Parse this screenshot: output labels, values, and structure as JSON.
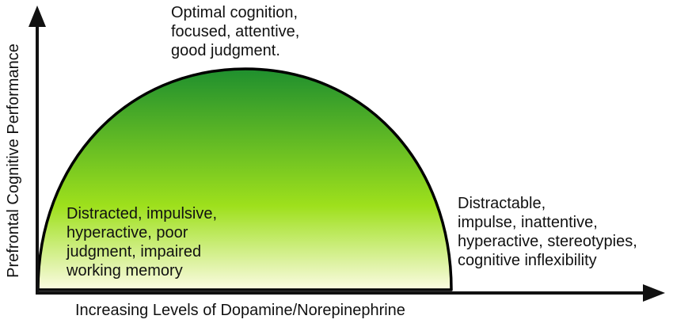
{
  "diagram": {
    "y_axis_label": "Prefrontal Cognitive Performance",
    "x_axis_label": "Increasing Levels of Dopamine/Norepinephrine",
    "top_label": [
      "Optimal cognition,",
      "focused, attentive,",
      "good judgment."
    ],
    "left_label": [
      "Distracted, impulsive,",
      "hyperactive, poor",
      "judgment, impaired",
      "working memory"
    ],
    "right_label": [
      "Distractable,",
      "impulse, inattentive,",
      "hyperactive, stereotypies,",
      "cognitive inflexibility"
    ],
    "colors": {
      "curve_stroke": "#000000",
      "fill_top": "#1f8f2e",
      "fill_mid": "#9ee01c",
      "fill_bottom": "#fbfbe2",
      "axis": "#111111"
    }
  }
}
